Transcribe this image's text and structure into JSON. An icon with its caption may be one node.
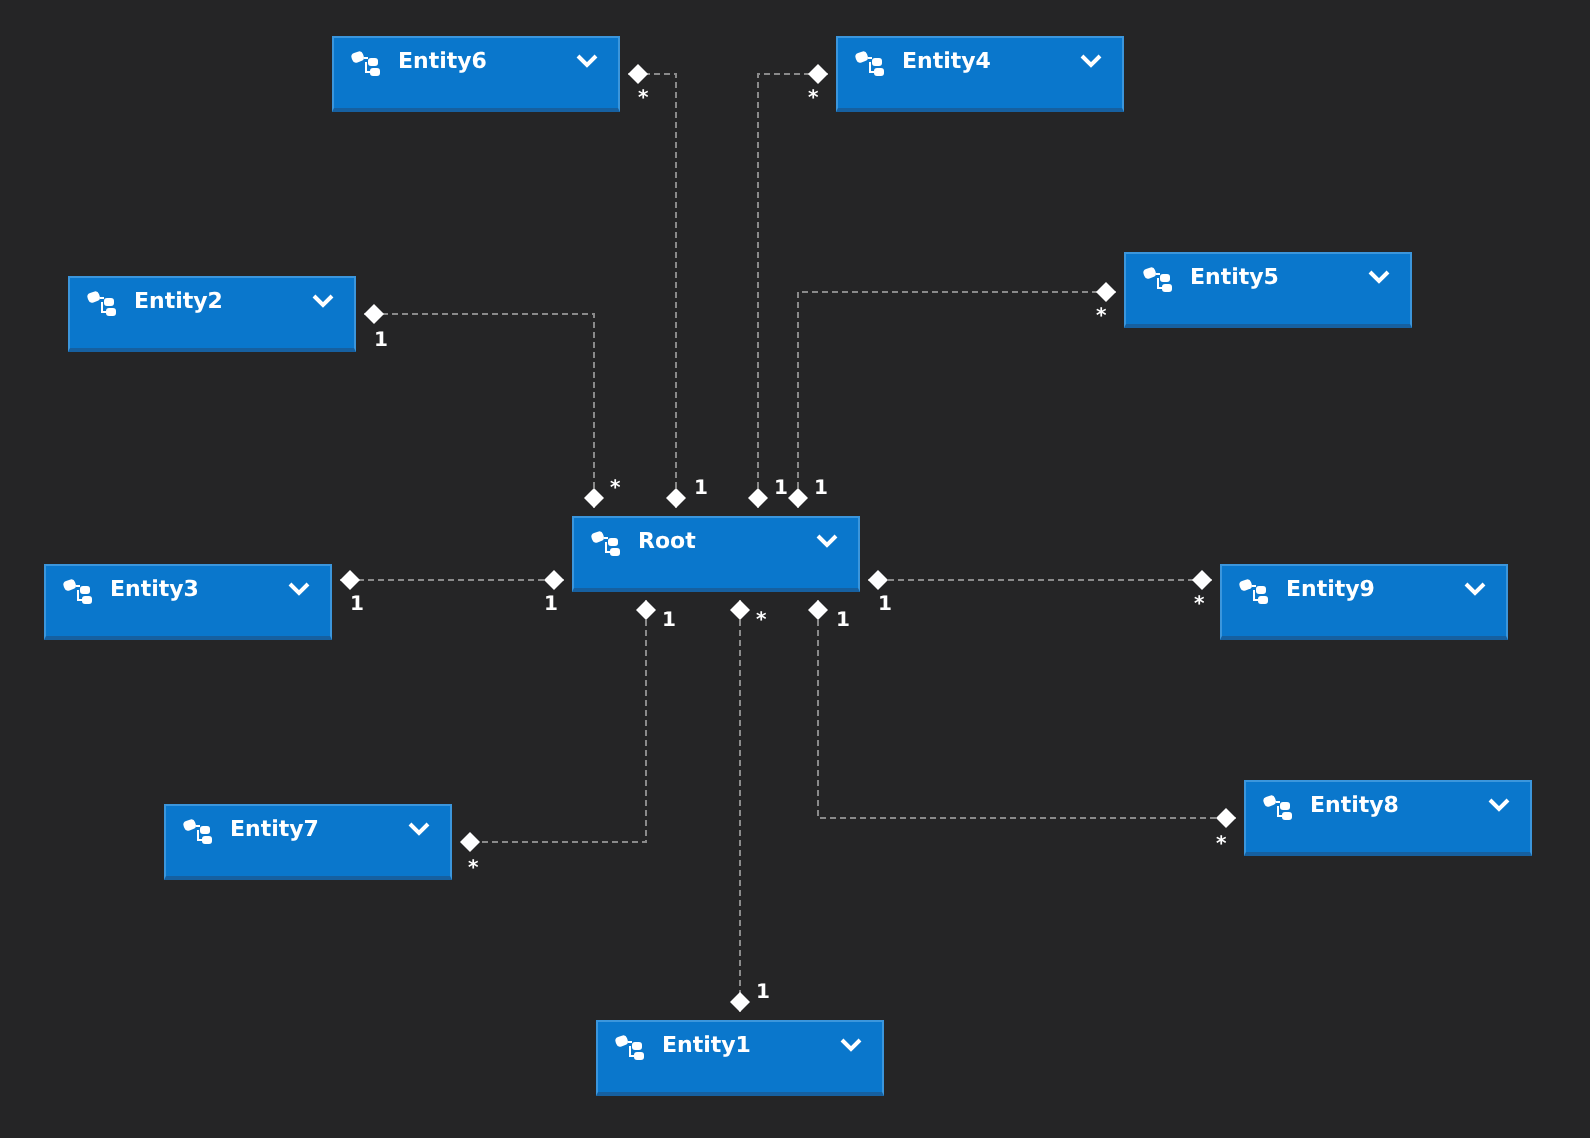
{
  "diagram": {
    "nodes": [
      {
        "text": [
          "Entity6"
        ]
      },
      {
        "text": [
          "Entity4"
        ]
      },
      {
        "text": [
          "Entity2"
        ]
      },
      {
        "text": [
          "Entity5"
        ]
      },
      {
        "text": [
          "Root"
        ]
      },
      {
        "text": [
          "Entity3"
        ]
      },
      {
        "text": [
          "Entity9"
        ]
      },
      {
        "text": [
          "Entity8"
        ]
      },
      {
        "text": [
          "Entity7"
        ]
      },
      {
        "text": [
          "Entity1"
        ]
      }
    ],
    "edges": [
      {
        "from": 4,
        "to": 2,
        "arrow": "other",
        "style": "dashed"
      },
      {
        "from": 4,
        "to": 0,
        "arrow": "other",
        "style": "dashed"
      },
      {
        "from": 4,
        "to": 1,
        "arrow": "other",
        "style": "dashed"
      },
      {
        "from": 4,
        "to": 3,
        "arrow": "other",
        "style": "dashed"
      },
      {
        "from": 4,
        "to": 5,
        "arrow": "other",
        "style": "dashed"
      },
      {
        "from": 4,
        "to": 6,
        "arrow": "other",
        "style": "dashed"
      },
      {
        "from": 4,
        "to": 8,
        "arrow": "other",
        "style": "dashed"
      },
      {
        "from": 4,
        "to": 9,
        "arrow": "other",
        "style": "dashed"
      },
      {
        "from": 4,
        "to": 7,
        "arrow": "other",
        "style": "dashed"
      }
    ],
    "labels": [
      "*",
      "*",
      "*",
      "1",
      "*",
      "1",
      "1",
      "1",
      "1",
      "1",
      "1",
      "*",
      "1",
      "*",
      "1",
      "*",
      "*",
      "1"
    ]
  }
}
